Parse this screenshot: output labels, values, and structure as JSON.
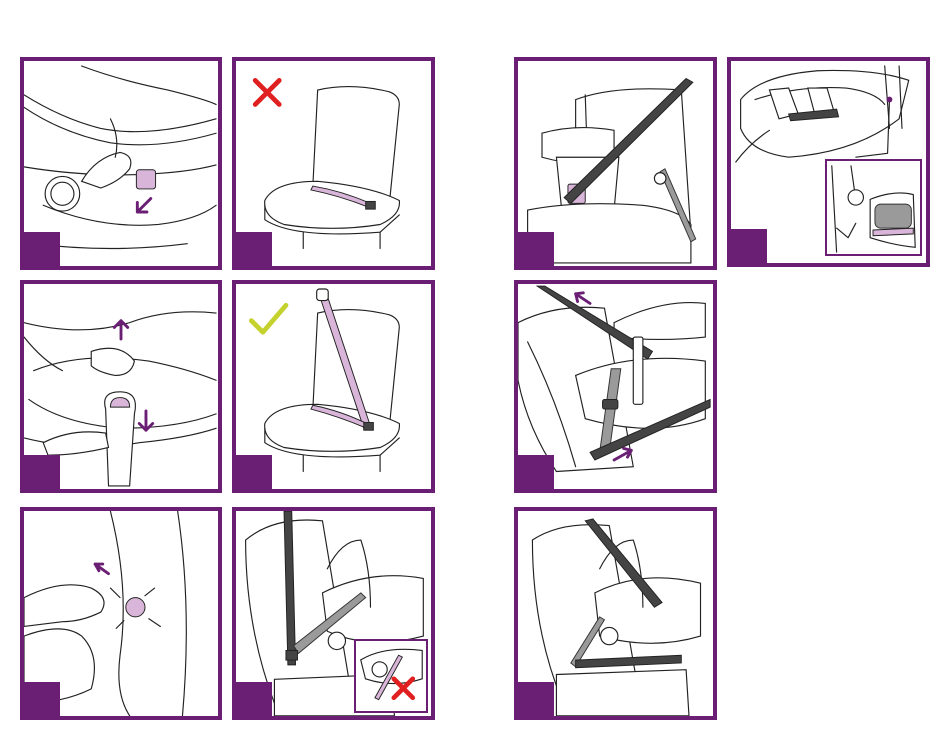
{
  "panels": [
    {
      "id": "p1",
      "scene": "carrier-handle-release",
      "marker": "none"
    },
    {
      "id": "p2",
      "scene": "seat-lap-belt-only",
      "marker": "cross-icon"
    },
    {
      "id": "p3",
      "scene": "carrier-in-seat-diagonal-belt",
      "marker": "none"
    },
    {
      "id": "p4",
      "scene": "carrier-top-view-with-detail",
      "marker": "none"
    },
    {
      "id": "p5",
      "scene": "canopy-adjust-up-down",
      "marker": "none"
    },
    {
      "id": "p6",
      "scene": "seat-three-point-belt",
      "marker": "check-icon"
    },
    {
      "id": "p7",
      "scene": "belt-routing-tighten",
      "marker": "none"
    },
    {
      "id": "p8",
      "scene": "press-button-release",
      "marker": "none"
    },
    {
      "id": "p9",
      "scene": "carrier-installed-wrong-routing",
      "marker": "cross-icon"
    },
    {
      "id": "p10",
      "scene": "carrier-installed-correct",
      "marker": "none"
    }
  ],
  "colors": {
    "frame": "#6b1f74",
    "accent_pink": "#d9b6d9",
    "check": "#c5d22e",
    "cross": "#e02020",
    "belt_dark": "#444444",
    "belt_grey": "#9a9a9a"
  }
}
